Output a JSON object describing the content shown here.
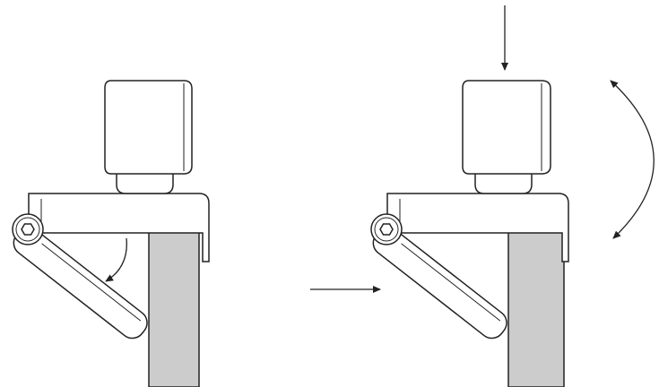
{
  "diagram": {
    "panels": [
      {
        "id": "left",
        "components": [
          "webcam-body",
          "webcam-neck",
          "mount-shelf",
          "hinge-screw",
          "clip-arm",
          "monitor-edge"
        ],
        "motion": [
          "clip-arm-rotate-arrow"
        ]
      },
      {
        "id": "right",
        "components": [
          "webcam-body",
          "webcam-neck",
          "mount-shelf",
          "hinge-screw",
          "clip-arm",
          "monitor-edge"
        ],
        "motion": [
          "press-down-arrow",
          "push-in-arrow",
          "tilt-double-arrow"
        ]
      }
    ],
    "colors": {
      "stroke": "#222222",
      "monitor_fill": "#cccccc",
      "background": "#ffffff"
    }
  }
}
